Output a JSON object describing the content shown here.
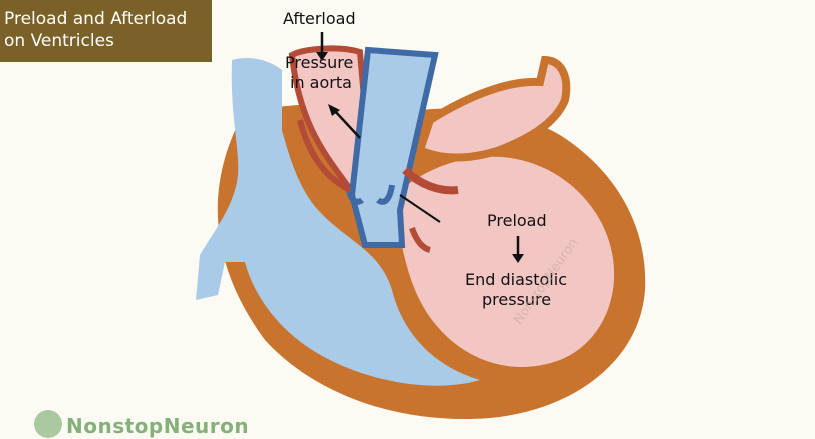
{
  "title": {
    "line1": "Preload and Afterload",
    "line2": "on Ventricles"
  },
  "labels": {
    "afterload": "Afterload",
    "pressure": "Pressure",
    "in_aorta": "in aorta",
    "preload": "Preload",
    "end_diastolic": "End diastolic",
    "pressure2": "pressure"
  },
  "watermark": {
    "diagonal": "NonstopNeuron",
    "brand": "NonstopNeuron"
  },
  "colors": {
    "banner": "#7a6128",
    "wall": "#c8742f",
    "right_side": "#a9cbe8",
    "left_side": "#f2c6c3",
    "vessel_outline": "#3f6aa6",
    "artery_wall": "#b34b36"
  }
}
